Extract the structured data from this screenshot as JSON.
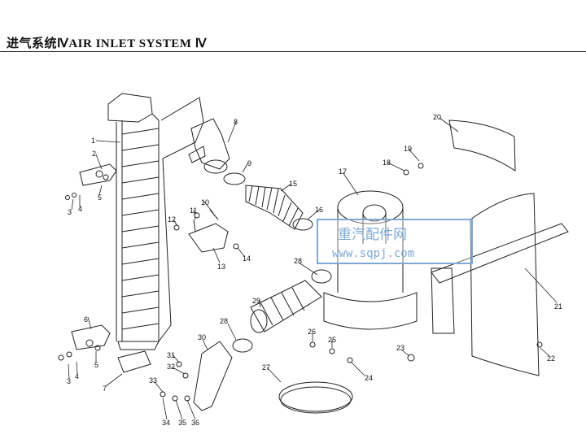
{
  "header": {
    "title": "进气系统ⅣAIR INLET SYSTEM Ⅳ"
  },
  "watermark": {
    "line1": "重汽配件网",
    "line2": "www.sqpj.com",
    "color": "#7fa8d8"
  },
  "callouts": [
    "1",
    "2",
    "3",
    "4",
    "5",
    "6",
    "3",
    "4",
    "5",
    "7",
    "8",
    "9",
    "15",
    "10",
    "11",
    "12",
    "13",
    "14",
    "16",
    "17",
    "18",
    "19",
    "20",
    "21",
    "22",
    "23",
    "24",
    "25",
    "26",
    "27",
    "28",
    "28",
    "29",
    "30",
    "31",
    "32",
    "33",
    "34",
    "35",
    "36"
  ]
}
